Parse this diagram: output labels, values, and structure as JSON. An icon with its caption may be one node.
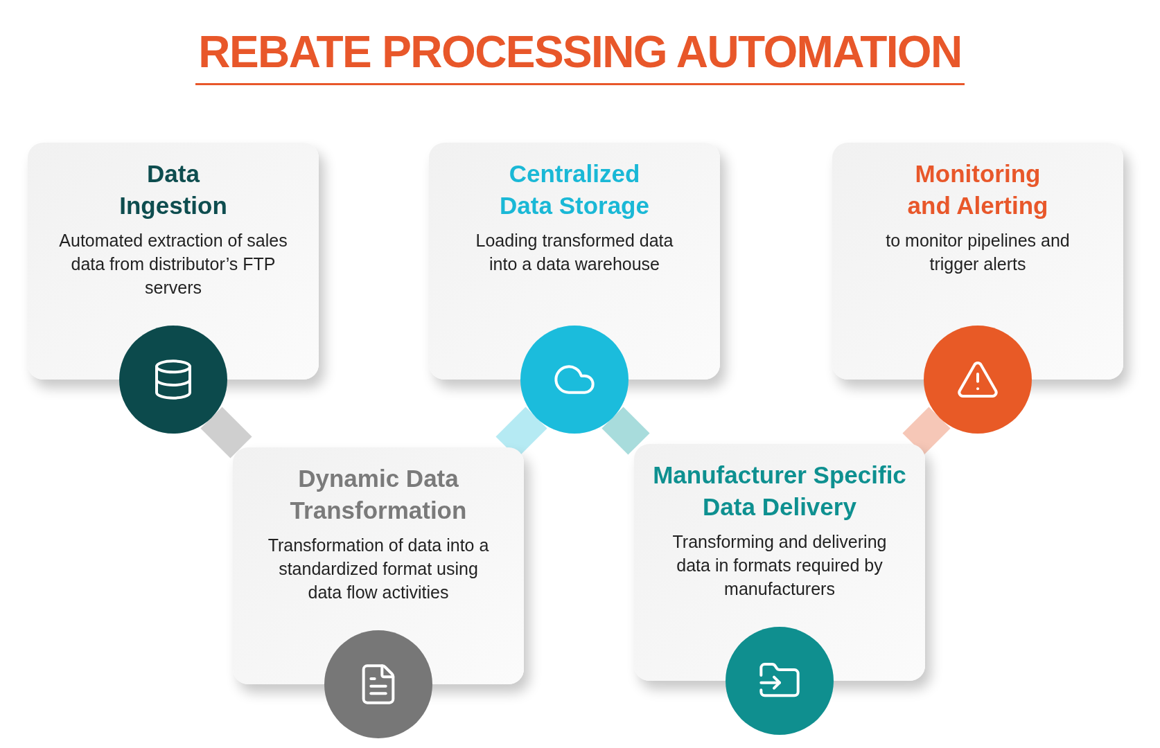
{
  "diagram": {
    "title": "REBATE PROCESSING AUTOMATION",
    "nodes": [
      {
        "text": [
          "Data Ingestion",
          "Automated extraction of sales data from distributor’s FTP servers"
        ]
      },
      {
        "text": [
          "Centralized Data Storage",
          "Loading transformed data into a data warehouse"
        ]
      },
      {
        "text": [
          "Monitoring and Alerting",
          "to monitor pipelines and trigger alerts"
        ]
      },
      {
        "text": [
          "Dynamic Data Transformation",
          "Transformation of data into a standardized format using data flow activities"
        ]
      },
      {
        "text": [
          "Manufacturer Specific Data Delivery",
          "Transforming and delivering data in formats required by manufacturers"
        ]
      }
    ],
    "edges": [
      {
        "from": 0,
        "to": 3,
        "arrow": "none",
        "color": "#cfcfcf"
      },
      {
        "from": 3,
        "to": 1,
        "arrow": "none",
        "color": "#b5eaf3"
      },
      {
        "from": 1,
        "to": 4,
        "arrow": "none",
        "color": "#a8dcdc"
      },
      {
        "from": 4,
        "to": 2,
        "arrow": "none",
        "color": "#f6c7b7"
      }
    ]
  }
}
